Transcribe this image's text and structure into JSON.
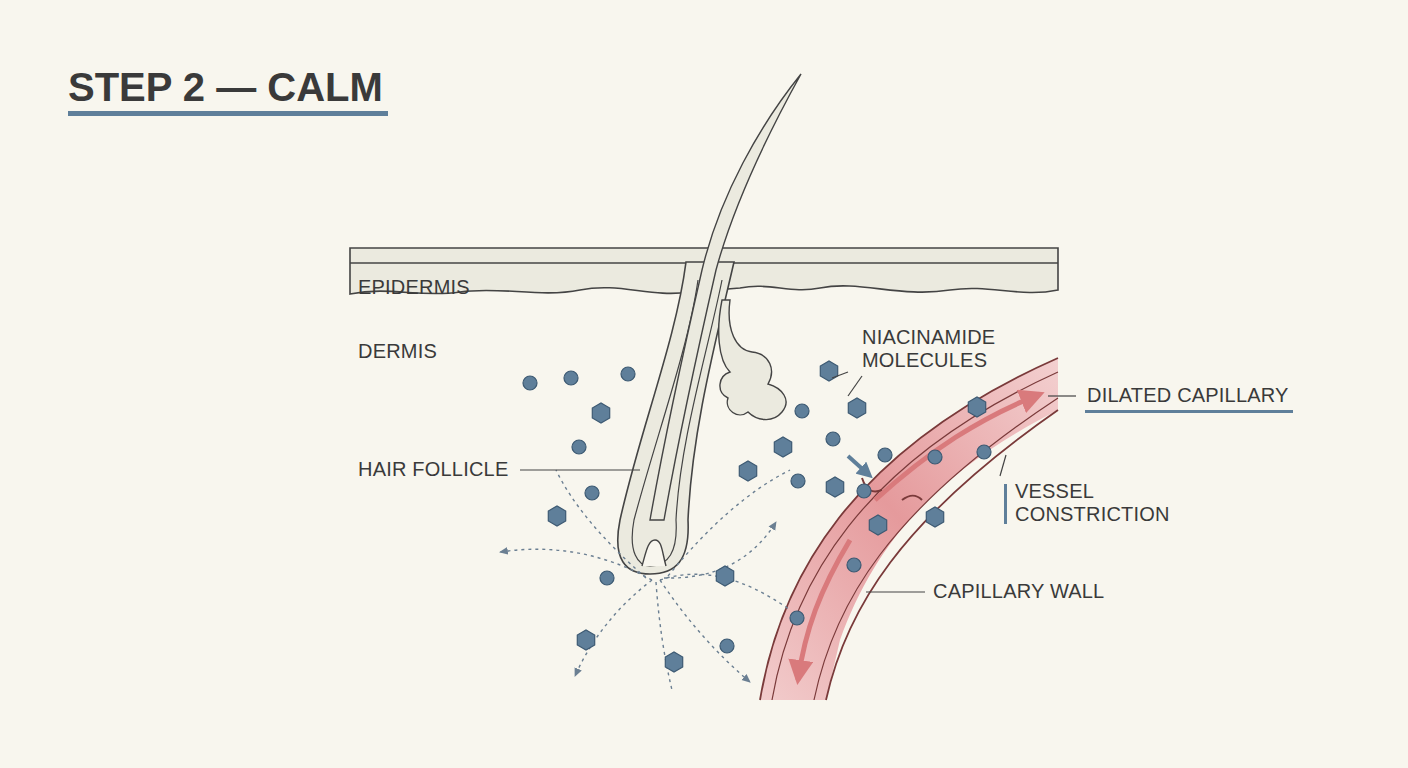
{
  "diagram": {
    "title": "STEP 2 — CALM",
    "labels": [
      "EPIDERMIS",
      "DERMIS",
      "HAIR FOLLICLE",
      "NIACINAMIDE MOLECULES",
      "DILATED CAPILLARY",
      "VESSEL CONSTRICTION",
      "CAPILLARY WALL"
    ]
  }
}
